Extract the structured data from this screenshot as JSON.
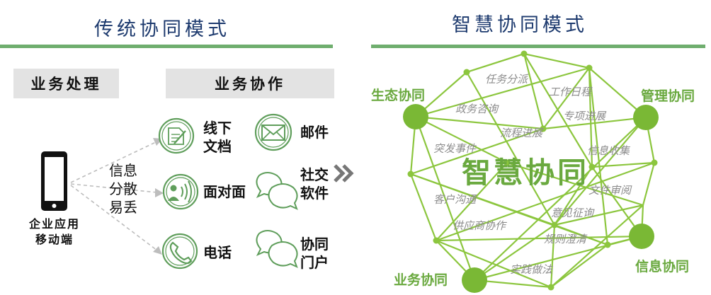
{
  "left_title": "传统协同模式",
  "right_title": "智慧协同模式",
  "left_boxes": {
    "business_processing": "业务处理",
    "business_collaboration": "业务协作"
  },
  "phone": {
    "line1": "企业应用",
    "line2": "移动端"
  },
  "scatter_text": {
    "line1": "信息",
    "line2": "分散",
    "line3": "易丢"
  },
  "channels": [
    {
      "icon": "document-icon",
      "line1": "线下",
      "line2": "文档"
    },
    {
      "icon": "mail-icon",
      "line1": "邮件",
      "line2": ""
    },
    {
      "icon": "face-to-face-icon",
      "line1": "面对面",
      "line2": ""
    },
    {
      "icon": "chat-bubbles-icon",
      "line1": "社交",
      "line2": "软件"
    },
    {
      "icon": "phone-icon",
      "line1": "电话",
      "line2": ""
    },
    {
      "icon": "chat-bubbles-icon",
      "line1": "协同",
      "line2": "门户"
    }
  ],
  "network": {
    "center": "智慧协同",
    "nodes": [
      "生态协同",
      "管理协同",
      "信息协同",
      "业务协同"
    ],
    "mesh_labels": [
      "任务分派",
      "工作日程",
      "政务咨询",
      "专项进展",
      "流程进展",
      "突发事件",
      "信息收集",
      "文件审阅",
      "客户沟通",
      "意见征询",
      "供应商协作",
      "规则澄清",
      "实践做法"
    ]
  },
  "colors": {
    "green": "#6aa93f",
    "mesh": "#8cc63e",
    "title": "#1d3a6e",
    "rule": "#6fae6e"
  }
}
